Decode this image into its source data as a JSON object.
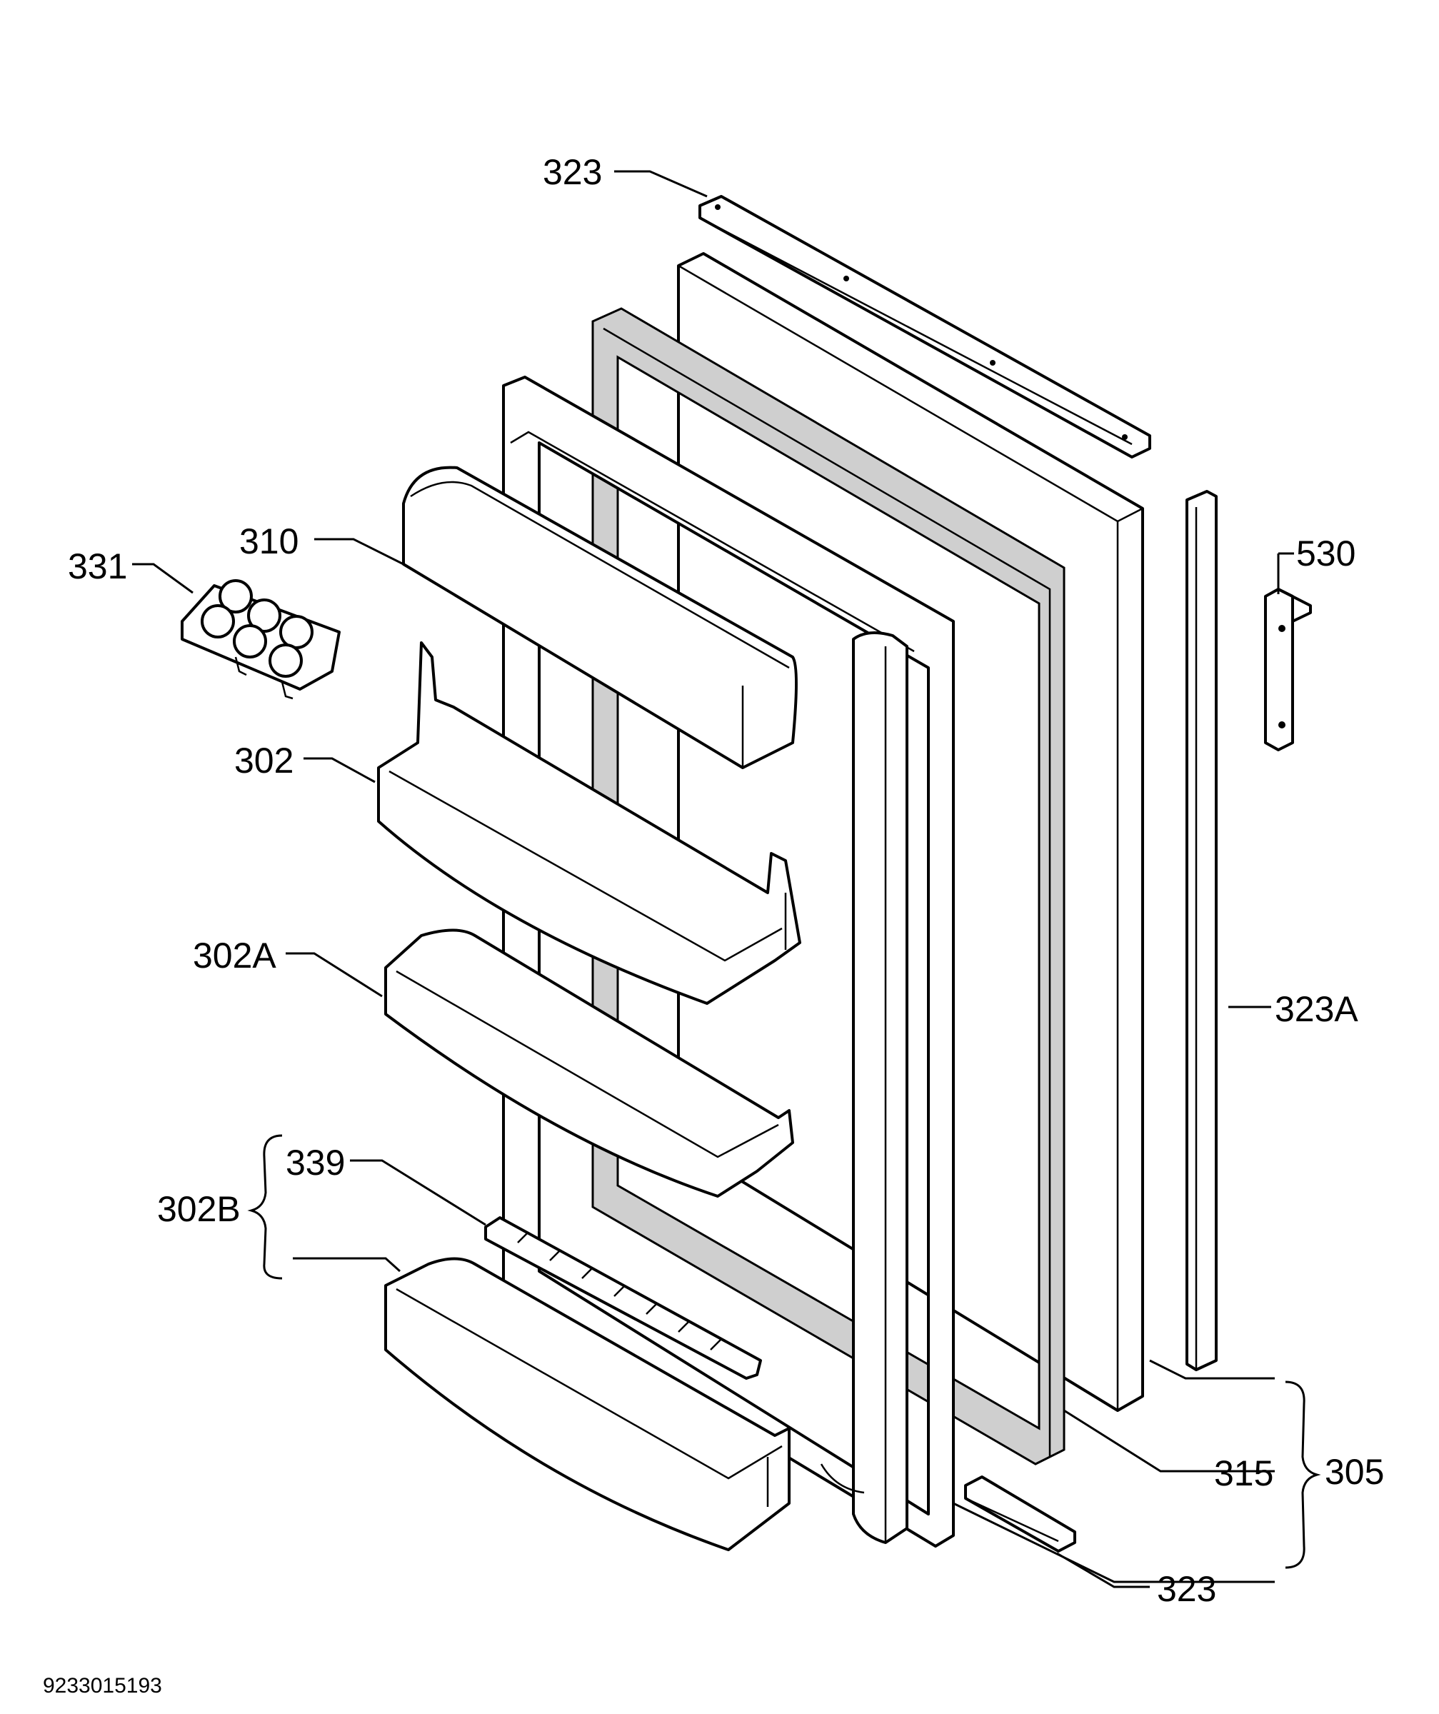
{
  "labels": {
    "l323_top": "323",
    "l331": "331",
    "l310": "310",
    "l302": "302",
    "l302a": "302A",
    "l339": "339",
    "l302b": "302B",
    "l530": "530",
    "l323a": "323A",
    "l315": "315",
    "l305": "305",
    "l323_bottom": "323"
  },
  "drawing_number": "9233015193",
  "colors": {
    "line": "#000000",
    "background": "#ffffff",
    "gasket_fill": "#cfcfcf"
  }
}
